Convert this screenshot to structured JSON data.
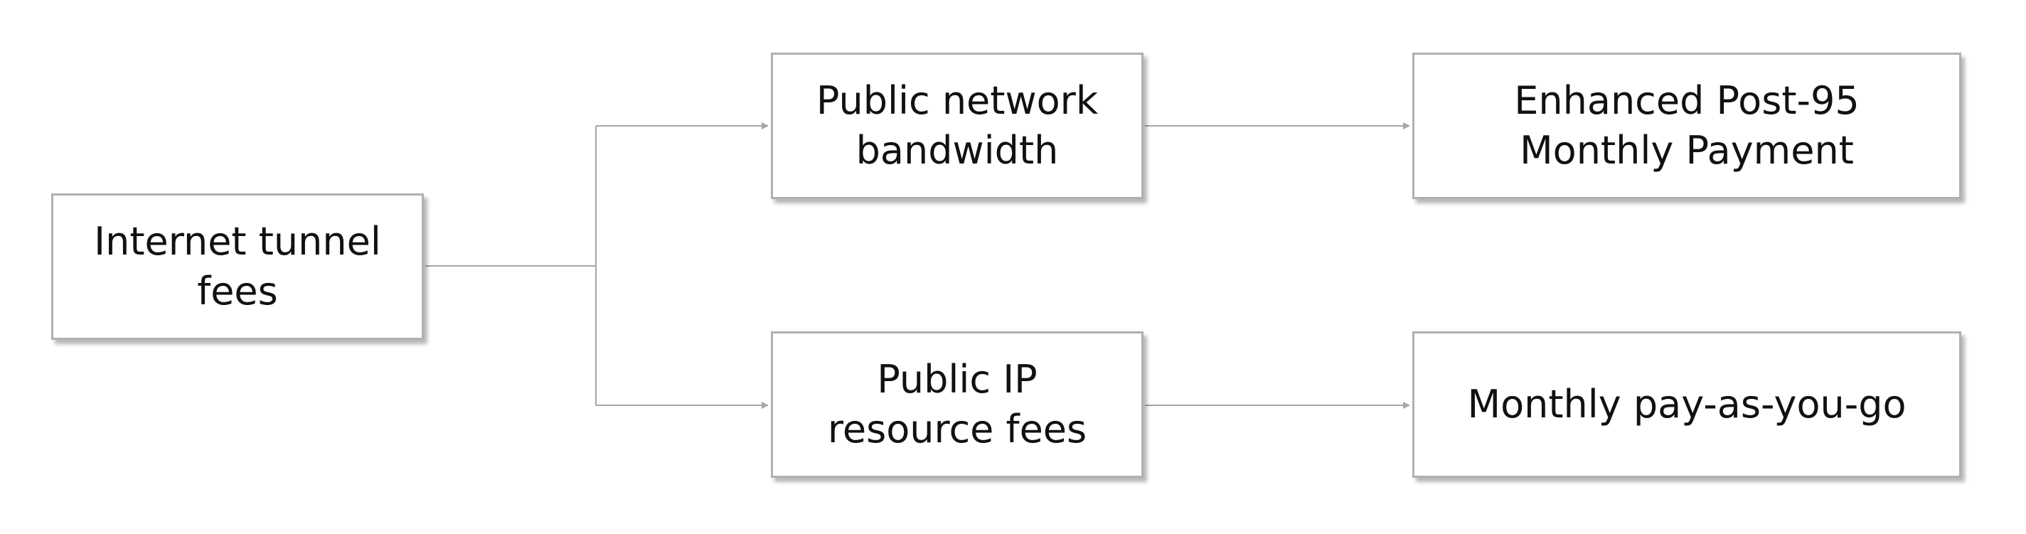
{
  "diagram": {
    "nodes": {
      "internet_tunnel_fees": "Internet tunnel\nfees",
      "public_network_bandwidth": "Public network\nbandwidth",
      "public_ip_resource_fees": "Public IP\nresource fees",
      "enhanced_post95": "Enhanced Post-95\nMonthly Payment",
      "monthly_payg": "Monthly pay-as-you-go"
    },
    "colors": {
      "connector": "#a6a6a6",
      "box_border": "#b0b0b0",
      "text": "#111111"
    }
  }
}
